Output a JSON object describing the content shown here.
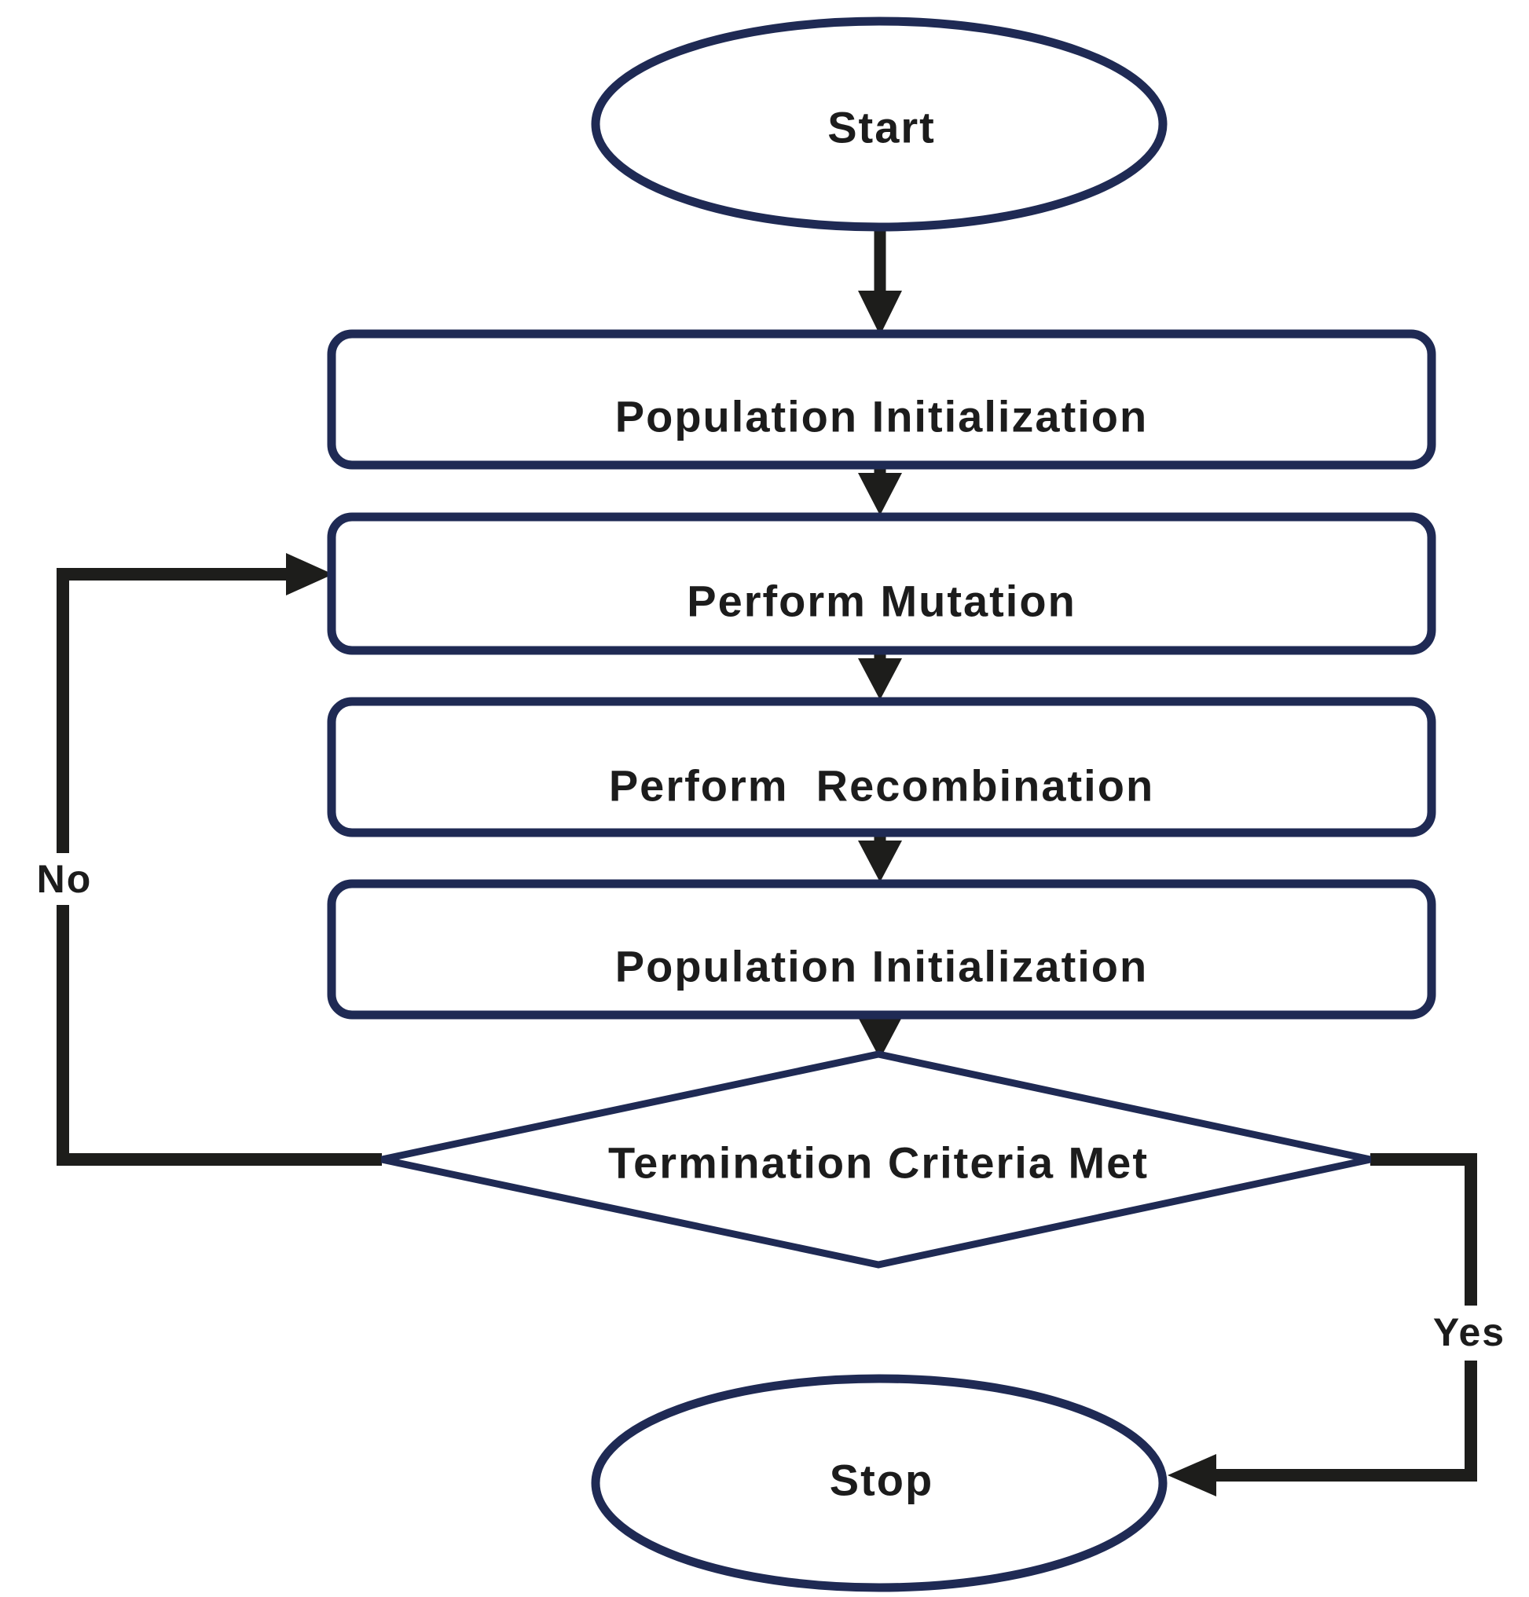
{
  "flowchart": {
    "nodes": {
      "start": {
        "label": "Start",
        "shape": "ellipse"
      },
      "population_init_1": {
        "label": "Population Initialization",
        "shape": "rounded-rect"
      },
      "perform_mutation": {
        "label": "Perform Mutation",
        "shape": "rounded-rect"
      },
      "perform_recombination": {
        "label": "Perform  Recombination",
        "shape": "rounded-rect"
      },
      "population_init_2": {
        "label": "Population Initialization",
        "shape": "rounded-rect"
      },
      "termination_decision": {
        "label": "Termination Criteria Met",
        "shape": "diamond"
      },
      "stop": {
        "label": "Stop",
        "shape": "ellipse"
      }
    },
    "edges": [
      {
        "from": "start",
        "to": "population_init_1",
        "label": ""
      },
      {
        "from": "population_init_1",
        "to": "perform_mutation",
        "label": ""
      },
      {
        "from": "perform_mutation",
        "to": "perform_recombination",
        "label": ""
      },
      {
        "from": "perform_recombination",
        "to": "population_init_2",
        "label": ""
      },
      {
        "from": "population_init_2",
        "to": "termination_decision",
        "label": ""
      },
      {
        "from": "termination_decision",
        "to": "perform_mutation",
        "label": "No"
      },
      {
        "from": "termination_decision",
        "to": "stop",
        "label": "Yes"
      }
    ],
    "colors": {
      "node_border": "#1f2a54",
      "node_fill": "#ffffff",
      "arrow": "#1d1d1b",
      "text": "#1c1c1c",
      "background": "#ffffff"
    }
  }
}
